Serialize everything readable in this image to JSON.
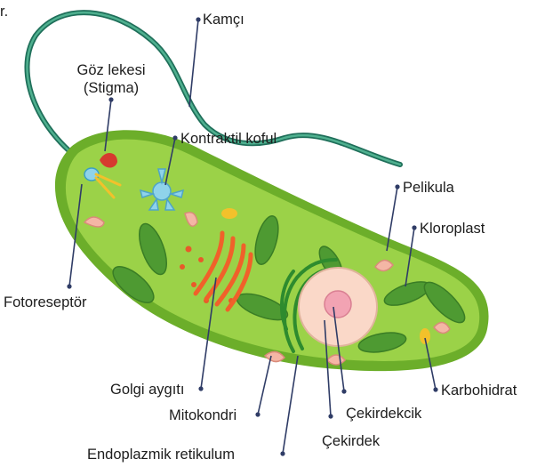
{
  "corner_text": "r.",
  "labels": {
    "flagellum": "Kamçı",
    "eyespot_line1": "Göz lekesi",
    "eyespot_line2": "(Stigma)",
    "contractile_vacuole": "Kontraktil koful",
    "pellicle": "Pelikula",
    "chloroplast": "Kloroplast",
    "photoreceptor": "Fotoreseptör",
    "golgi": "Golgi aygıtı",
    "mitochondria": "Mitokondri",
    "carbohydrate": "Karbohidrat",
    "nucleolus": "Çekirdekcik",
    "nucleus": "Çekirdek",
    "er": "Endoplazmik retikulum"
  },
  "colors": {
    "cell_outer": "#6cae2a",
    "cytoplasm": "#9bd248",
    "chloroplast": "#4e9a32",
    "golgi": "#f0612a",
    "er": "#2e8b2e",
    "nucleus": "#fad8c8",
    "nucleolus": "#f2a3b3",
    "eyespot": "#d63a2f",
    "vacuole": "#8fd3ea",
    "carbohydrate": "#f2c12b",
    "mitochondria": "#f4b6a5",
    "leader": "#2f3c66"
  }
}
